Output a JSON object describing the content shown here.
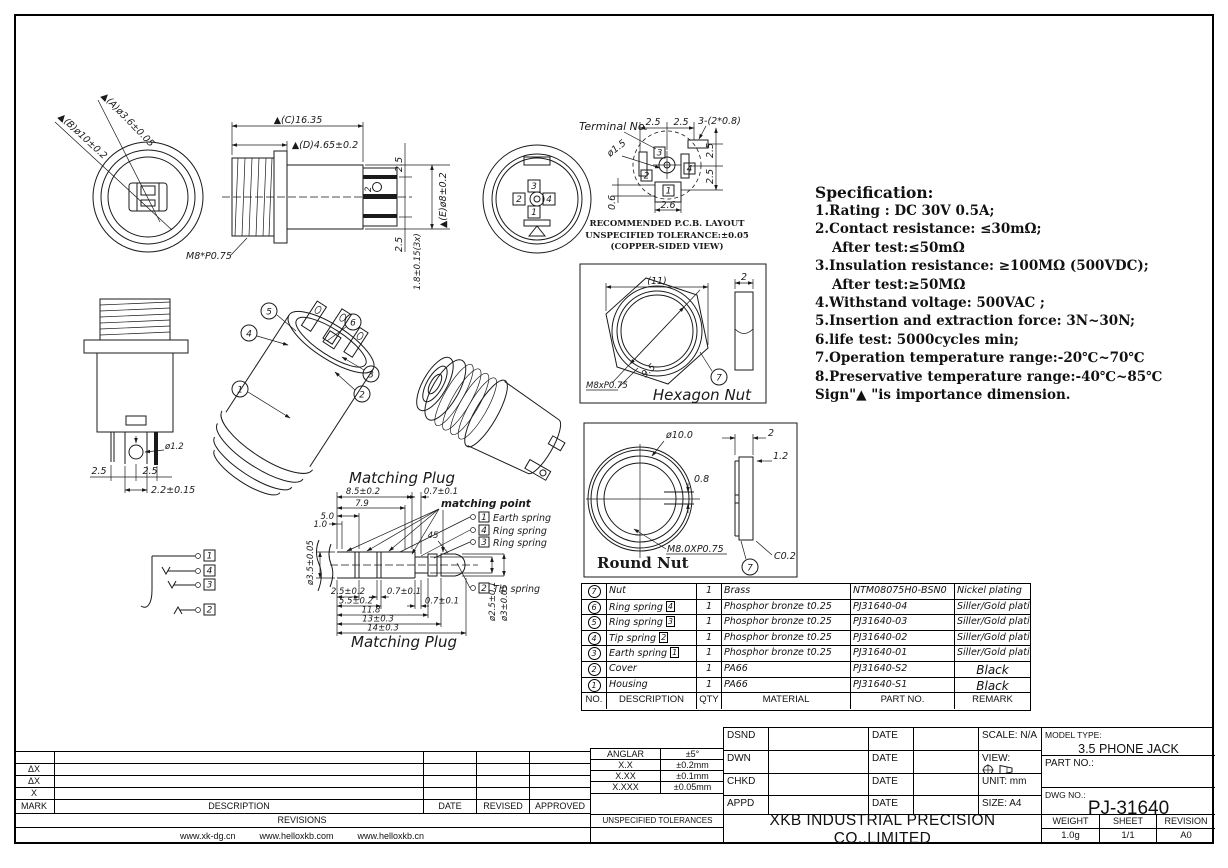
{
  "spec": {
    "title": "Specification:",
    "lines": [
      "1.Rating : DC 30V 0.5A;",
      "2.Contact resistance: ≤30mΩ;",
      "After test:≤50mΩ",
      "3.Insulation resistance: ≥100MΩ (500VDC);",
      "After test:≥50MΩ",
      "4.Withstand voltage: 500VAC ;",
      "5.Insertion and extraction force: 3N~30N;",
      "6.life test: 5000cycles min;",
      "7.Operation temperature range:-20℃~70℃",
      "8.Preservative temperature range:-40℃~85℃",
      "Sign\"▲ \"is importance dimension."
    ]
  },
  "views": {
    "front": {
      "dim_b": "▲(B)ø10±0.2",
      "dim_a": "▲(A)ø3.6±0.05"
    },
    "side": {
      "dim_c": "▲(C)16.35",
      "dim_d": "▲(D)4.65±0.2",
      "dim_top": "2.5",
      "dim_e": "▲(E)ø8±0.2",
      "dim_bottom": "2.5",
      "dim_pins": "1.8±0.15(3x)",
      "thread": "M8*P0.75",
      "terminal2": "2"
    },
    "rear": {
      "t1": "1",
      "t2": "2",
      "t3": "3",
      "t4": "4"
    },
    "pcb": {
      "pointer": "Terminal No.",
      "dim_top_l": "2.5",
      "dim_top_r": "2.5",
      "dim_pads": "3-(2*0.8)",
      "dim_hole": "ø1.5",
      "dim_right_t": "2.5",
      "dim_right_b": "2.5",
      "dim_left": "0.6",
      "dim_bottom": "2.6",
      "t1": "1",
      "t2": "2",
      "t3": "3",
      "t4": "4",
      "caption1": "RECOMMENDED P.C.B. LAYOUT",
      "caption2": "UNSPECIFIED TOLERANCE:±0.05",
      "caption3": "(COPPER-SIDED VIEW)"
    },
    "vertical": {
      "dim_hole": "ø1.2",
      "dim_l": "2.5",
      "dim_r": "2.5",
      "dim_c": "2.2±0.15"
    },
    "exploded": {
      "b1": "1",
      "b2": "2",
      "b3": "3",
      "b4": "4",
      "b5": "5",
      "b6": "6"
    },
    "hexnut": {
      "dim_af": "(11)",
      "dim_t": "2",
      "dim_d": "9.5",
      "thread": "M8xP0.75",
      "balloon": "7",
      "title": "Hexagon Nut"
    },
    "roundnut": {
      "dim_od": "ø10.0",
      "dim_notch": "0.8",
      "dim_t": "2",
      "dim_lip": "1.2",
      "thread": "M8.0XP0.75",
      "chamfer": "C0.2",
      "balloon": "7",
      "title": "Round Nut"
    },
    "plug": {
      "title_top": "Matching Plug",
      "title_bottom": "Matching Plug",
      "matching_point": "matching point",
      "angle": "45",
      "d_85": "8.5±0.2",
      "d_07a": "0.7±0.1",
      "d_79": "7.9",
      "d_50": "5.0",
      "d_10": "1.0",
      "d_dia35": "ø3.5±0.05",
      "d_25": "2.5±0.2",
      "d_07b": "0.7±0.1",
      "d_55": "5.5±0.2",
      "d_07c": "0.7±0.1",
      "d_118": "11.8",
      "d_13": "13±0.3",
      "d_14": "14±0.3",
      "d_dia25": "ø2.5±0.1",
      "d_dia3": "ø3±0.05",
      "springs": [
        {
          "tag": "1",
          "label": "Earth spring"
        },
        {
          "tag": "4",
          "label": "Ring spring"
        },
        {
          "tag": "3",
          "label": "Ring spring"
        },
        {
          "tag": "2",
          "label": "Tip spring"
        }
      ]
    },
    "schematic": {
      "t1": "1",
      "t4": "4",
      "t3": "3",
      "t2": "2"
    }
  },
  "parts_table": {
    "headers": {
      "no": "NO.",
      "description": "DESCRIPTION",
      "qty": "QTY",
      "material": "MATERIAL",
      "part_no": "PART NO.",
      "remark": "REMARK"
    },
    "rows": [
      {
        "no": "7",
        "description": "Nut",
        "tag": "",
        "qty": "1",
        "material": "Brass",
        "part_no": "NTM08075H0-BSN0",
        "remark": "Nickel plating"
      },
      {
        "no": "6",
        "description": "Ring spring",
        "tag": "4",
        "qty": "1",
        "material": "Phosphor bronze t0.25",
        "part_no": "PJ31640-04",
        "remark": "Siller/Gold plating"
      },
      {
        "no": "5",
        "description": "Ring spring",
        "tag": "3",
        "qty": "1",
        "material": "Phosphor bronze t0.25",
        "part_no": "PJ31640-03",
        "remark": "Siller/Gold plating"
      },
      {
        "no": "4",
        "description": "Tip spring",
        "tag": "2",
        "qty": "1",
        "material": "Phosphor bronze t0.25",
        "part_no": "PJ31640-02",
        "remark": "Siller/Gold plating"
      },
      {
        "no": "3",
        "description": "Earth spring",
        "tag": "1",
        "qty": "1",
        "material": "Phosphor bronze t0.25",
        "part_no": "PJ31640-01",
        "remark": "Siller/Gold plating"
      },
      {
        "no": "2",
        "description": "Cover",
        "tag": "",
        "qty": "1",
        "material": "PA66",
        "part_no": "PJ31640-S2",
        "remark": "Black"
      },
      {
        "no": "1",
        "description": "Housing",
        "tag": "",
        "qty": "1",
        "material": "PA66",
        "part_no": "PJ31640-S1",
        "remark": "Black"
      }
    ]
  },
  "tolerances": {
    "title": "UNSPECIFIED TOLERANCES",
    "rows": [
      {
        "k": "ANGLAR",
        "v": "±5°"
      },
      {
        "k": "X.X",
        "v": "±0.2mm"
      },
      {
        "k": "X.XX",
        "v": "±0.1mm"
      },
      {
        "k": "X.XXX",
        "v": "±0.05mm"
      }
    ]
  },
  "revisions": {
    "headers": {
      "mark": "MARK",
      "description": "DESCRIPTION",
      "date": "DATE",
      "revised": "REVISED",
      "approved": "APPROVED"
    },
    "marks": [
      "",
      "ΔX",
      "ΔX",
      "X"
    ],
    "title": "REVISIONS",
    "links": [
      "www.xk-dg.cn",
      "www.helloxkb.com",
      "www.helloxkb.cn"
    ]
  },
  "title_block": {
    "dsnd": "DSND",
    "dwn": "DWN",
    "chkd": "CHKD",
    "appd": "APPD",
    "date": "DATE",
    "scale": "SCALE: N/A",
    "view": "VIEW:",
    "unit": "UNIT: mm",
    "size": "SIZE: A4",
    "model_type_label": "MODEL TYPE:",
    "model_type": "3.5 PHONE JACK",
    "part_no_label": "PART NO.:",
    "dwg_no_label": "DWG NO.:",
    "dwg_no": "PJ-31640",
    "weight_label": "WEIGHT",
    "weight": "1.0g",
    "sheet_label": "SHEET",
    "sheet": "1/1",
    "revision_label": "REVISION",
    "revision": "A0",
    "company": "XKB INDUSTRIAL PRECISION CO.,LIMITED"
  }
}
